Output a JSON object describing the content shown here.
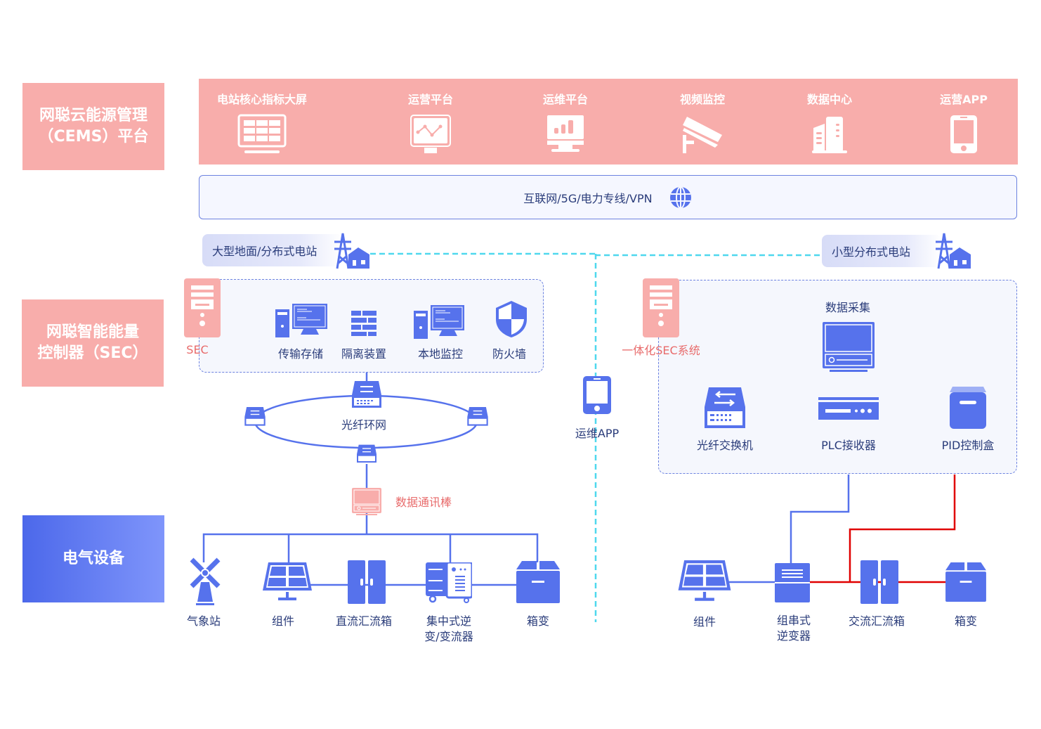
{
  "layers": {
    "cems": "网聪云能源管理\n（CEMS）平台",
    "sec": "网聪智能能量\n控制器（SEC）",
    "equipment": "电气设备"
  },
  "platforms": [
    {
      "label": "电站核心指标大屏",
      "icon": "dashboard-screen-icon"
    },
    {
      "label": "运营平台",
      "icon": "line-chart-monitor-icon"
    },
    {
      "label": "运维平台",
      "icon": "bar-chart-monitor-icon"
    },
    {
      "label": "视频监控",
      "icon": "cctv-camera-icon"
    },
    {
      "label": "数据中心",
      "icon": "building-icon"
    },
    {
      "label": "运营APP",
      "icon": "mobile-phone-icon"
    }
  ],
  "network": {
    "label": "互联网/5G/电力专线/VPN",
    "icon": "globe-icon"
  },
  "stations": {
    "large": "大型地面/分布式电站",
    "small": "小型分布式电站"
  },
  "left_sec": {
    "label": "SEC",
    "devices": [
      "传输存储",
      "隔离装置",
      "本地监控",
      "防火墙"
    ],
    "ring": "光纤环网",
    "comm_stick": "数据通讯棒"
  },
  "ops_app": "运维APP",
  "right_sec": {
    "label": "一体化SEC系统",
    "data_collect": "数据采集",
    "devices": [
      "光纤交换机",
      "PLC接收器",
      "PID控制盒"
    ]
  },
  "left_equipment": [
    "气象站",
    "组件",
    "直流汇流箱",
    "集中式逆\n变/变流器",
    "箱变"
  ],
  "right_equipment": [
    "组件",
    "组串式\n逆变器",
    "交流汇流箱",
    "箱变"
  ],
  "colors": {
    "primary": "#5672ec",
    "pink": "#f8adab",
    "cyan_dash": "#4fd8ee",
    "red_line": "#e00000",
    "text": "#2a3c7a"
  }
}
